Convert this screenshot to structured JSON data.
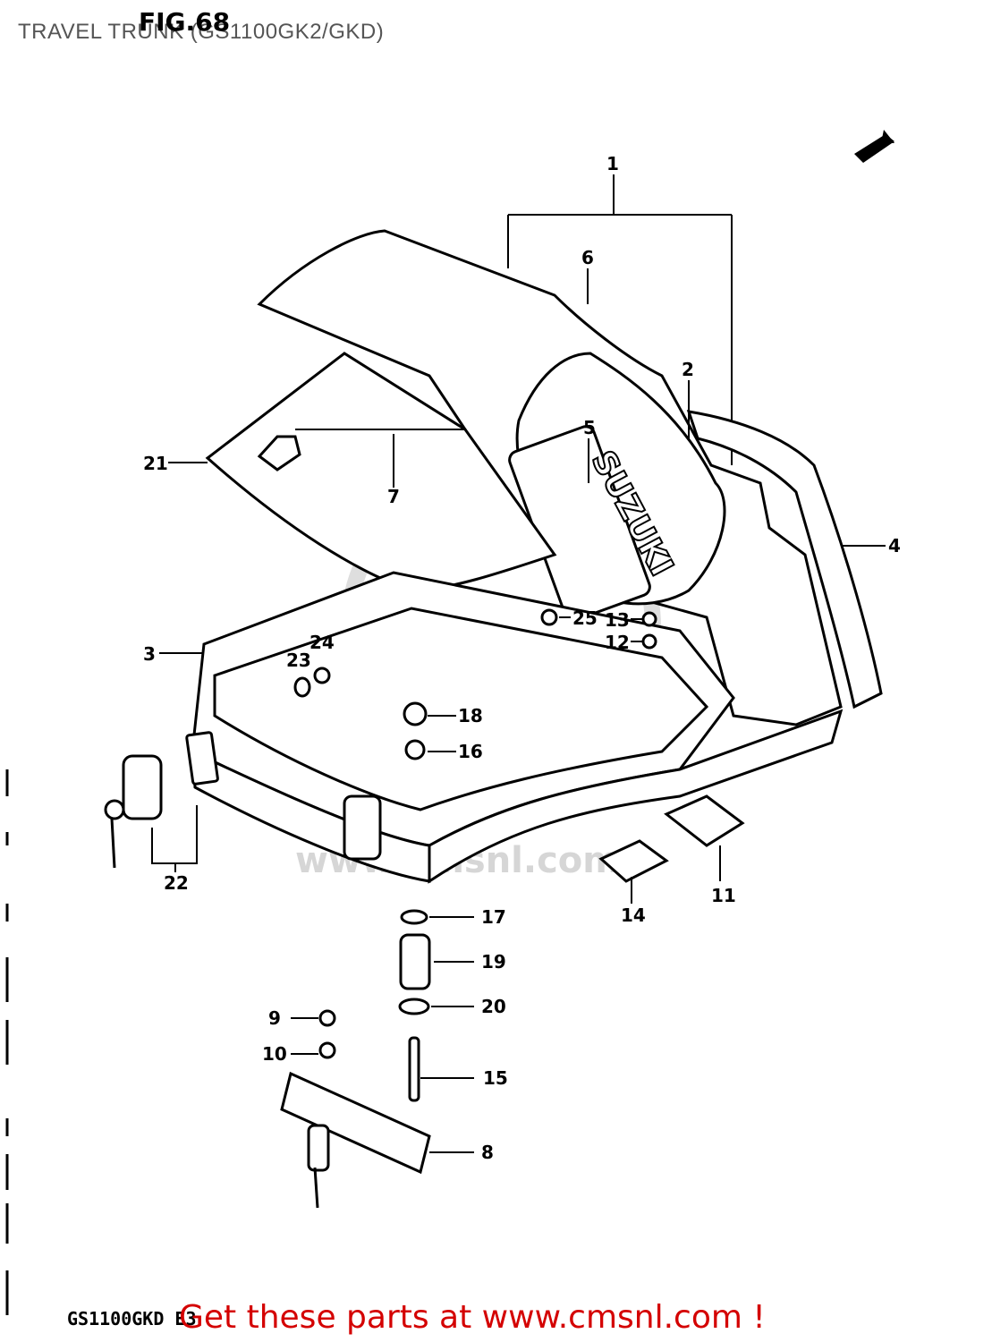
{
  "header": {
    "title": "TRAVEL TRUNK (GS1100GK2/GKD)",
    "fig_label": "FIG.68"
  },
  "diagram": {
    "brand_text": "SUZUKI",
    "watermark": "www.cmsnl.com",
    "callouts": [
      "1",
      "2",
      "3",
      "4",
      "5",
      "6",
      "7",
      "8",
      "9",
      "10",
      "11",
      "12",
      "13",
      "14",
      "15",
      "16",
      "17",
      "18",
      "19",
      "20",
      "21",
      "22",
      "23",
      "24",
      "25"
    ]
  },
  "footer": {
    "model_label": "GS1100GKD E3",
    "cta": "Get these parts at www.cmsnl.com !"
  },
  "colors": {
    "cta": "#d40000",
    "title": "#555555",
    "line": "#000000"
  }
}
